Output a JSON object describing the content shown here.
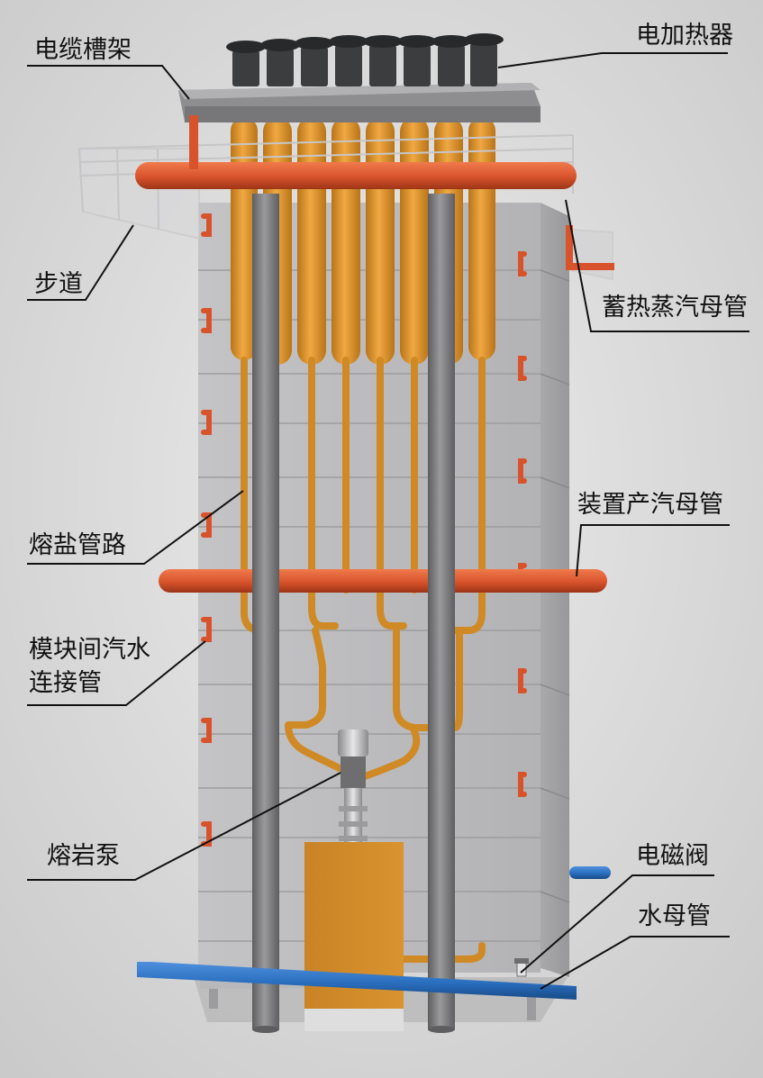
{
  "labels": {
    "cable_tray": "电缆槽架",
    "electric_heater": "电加热器",
    "walkway": "步道",
    "storage_steam_header": "蓄热蒸汽母管",
    "molten_salt_pipe": "熔盐管路",
    "device_steam_header": "装置产汽母管",
    "inter_module_pipe_line1": "模块间汽水",
    "inter_module_pipe_line2": "连接管",
    "molten_pump": "熔岩泵",
    "solenoid_valve": "电磁阀",
    "water_header": "水母管"
  },
  "colors": {
    "background": "#dcdcdc",
    "module_body": "#b8b8ba",
    "salt_pipe": "#d9912b",
    "steam_pipe": "#d8532c",
    "water_pipe": "#2a6fbf",
    "column": "#7e7e80",
    "roof": "#9a9a9c",
    "heater": "#3b3d3f",
    "label_text": "#111111",
    "leader_line": "#111111"
  }
}
